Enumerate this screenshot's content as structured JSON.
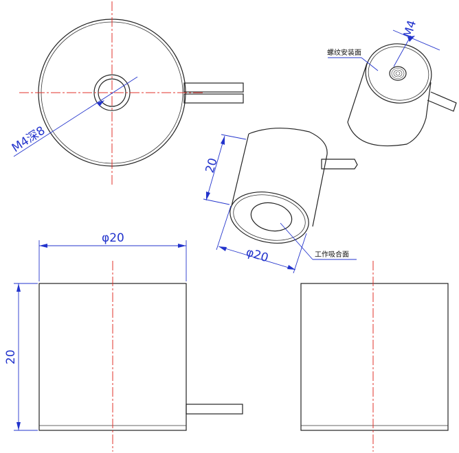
{
  "title": "",
  "labels": {
    "top_view_thread": "M4深8",
    "front_diameter": "φ20",
    "front_height": "20",
    "iso_thread": "M4",
    "iso_mount_face": "螺纹安装面",
    "iso_height": "20",
    "iso_diameter": "φ20",
    "iso_work_face": "工作吸合面"
  },
  "colors": {
    "outline": "#222222",
    "centerline": "#e0302a",
    "dimension": "#2233cc",
    "background": "#ffffff"
  }
}
